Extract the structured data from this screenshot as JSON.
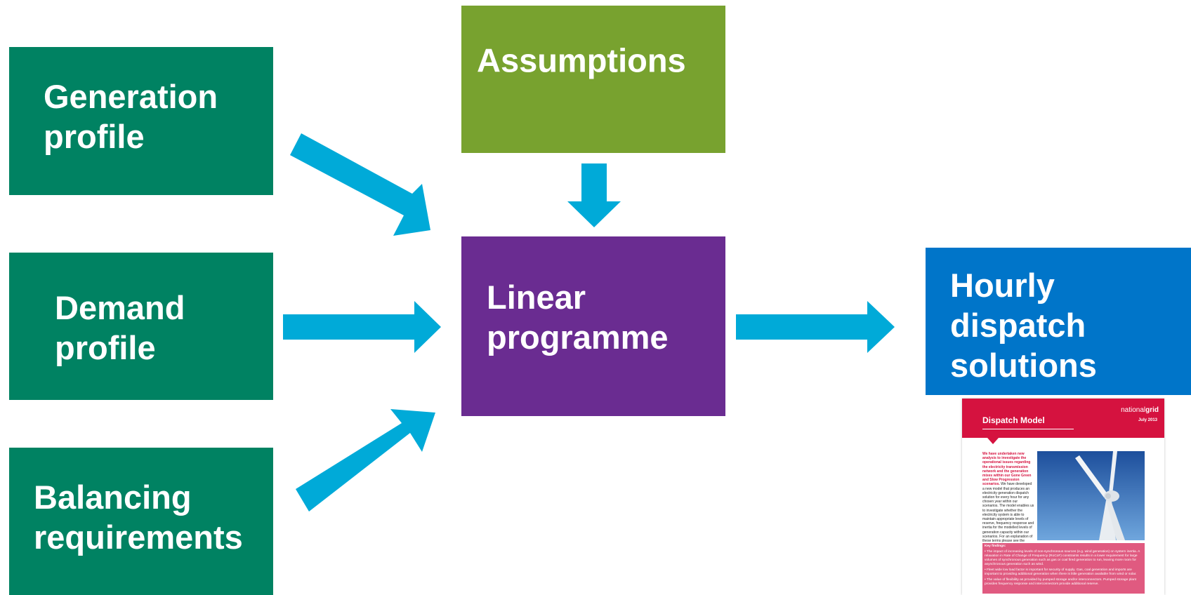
{
  "nodes": [
    {
      "id": "generation_profile",
      "label": "Generation\nprofile",
      "color": "#008262"
    },
    {
      "id": "demand_profile",
      "label": "Demand\nprofile",
      "color": "#008262"
    },
    {
      "id": "balancing_requirements",
      "label": "Balancing\nrequirements",
      "color": "#008262"
    },
    {
      "id": "assumptions",
      "label": "Assumptions",
      "color": "#78a22f"
    },
    {
      "id": "linear_programme",
      "label": "Linear\nprogramme",
      "color": "#6a2c91"
    },
    {
      "id": "hourly_dispatch",
      "label": "Hourly\ndispatch\nsolutions",
      "color": "#0075c9"
    }
  ],
  "edges": [
    {
      "from": "generation_profile",
      "to": "linear_programme"
    },
    {
      "from": "demand_profile",
      "to": "linear_programme"
    },
    {
      "from": "balancing_requirements",
      "to": "linear_programme"
    },
    {
      "from": "assumptions",
      "to": "linear_programme"
    },
    {
      "from": "linear_programme",
      "to": "hourly_dispatch"
    }
  ],
  "arrow_color": "#00aad8",
  "document": {
    "brand_prefix": "national",
    "brand_bold": "grid",
    "title": "Dispatch Model",
    "date": "July 2013",
    "header_color": "#d5123f",
    "box_color": "#e05a80",
    "intro_highlight": "We have undertaken new analysis to investigate the operational issues regarding the electricity transmission network and the generation mixes within our Gone Green and Slow Progression scenarios.",
    "intro_body": "We have developed a new model that produces an electricity generation dispatch solution for every hour for any chosen year within our scenarios. The model enables us to investigate whether the electricity system is able to maintain appropriate levels of reserve, frequency response and inertia for the modelled levels of generation capacity within our scenarios. For an explanation of these terms please see the break-out box 'system inertia, frequency response and reserve' at the end of this paper.",
    "key_findings_title": "Key findings:",
    "key_findings": [
      "• The impact of increasing levels of non-synchronous sources (e.g. wind generation) on system inertia. A relaxation in Rate of Change of Frequency (RoCoF) constraints results in a lower requirement for large volumes of synchronous generation such as gas or coal fired generation to run, leaving more room for asynchronous generation such as wind.",
      "• Fleet wide low load factor is important for security of supply. Gas, coal generation and imports are important to providing additional generation when there is little generation available from wind or solar.",
      "• The value of flexibility as provided by pumped storage and/or interconnectors. Pumped storage plant provides frequency response and interconnectors provide additional reserve."
    ]
  }
}
